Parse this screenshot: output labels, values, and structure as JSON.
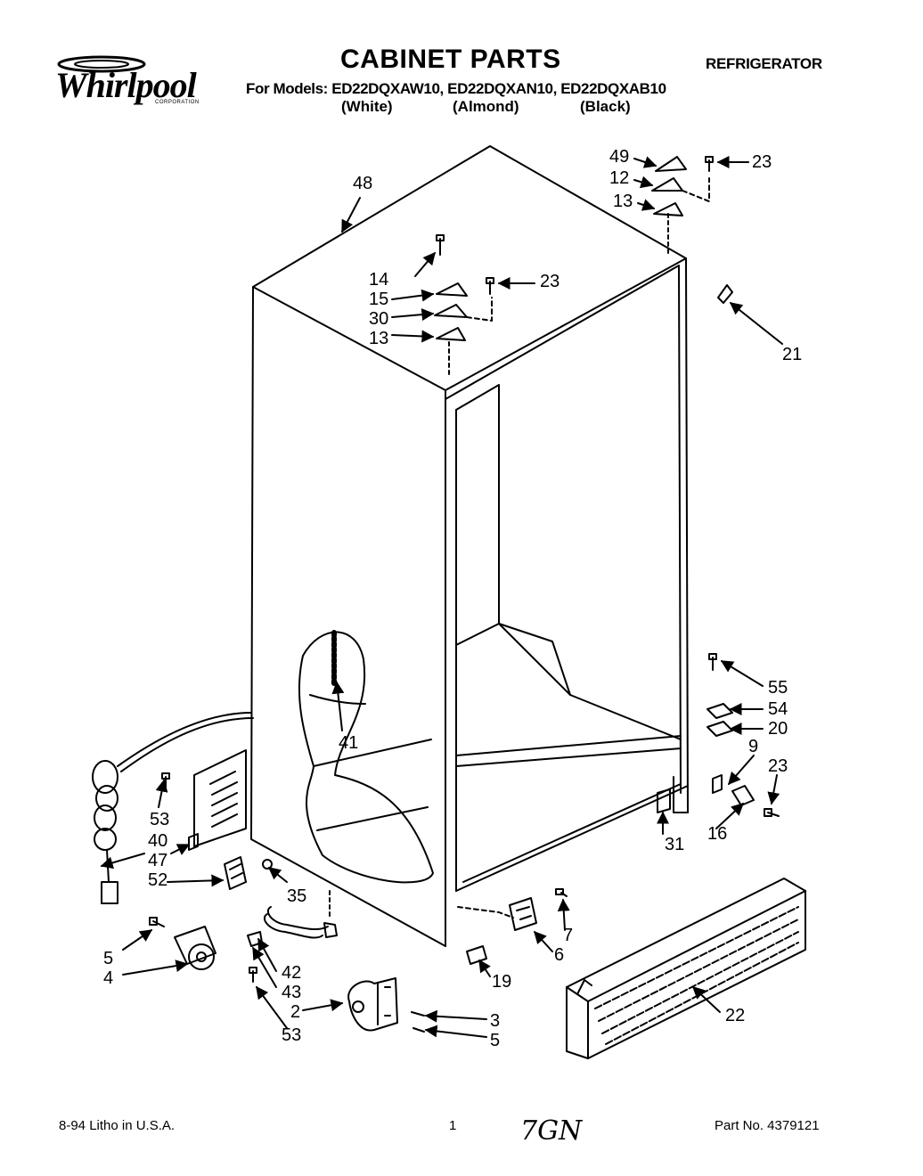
{
  "brand": {
    "logo_text": "Whirlpool",
    "logo_sub": "CORPORATION"
  },
  "header": {
    "title": "CABINET PARTS",
    "appliance": "REFRIGERATOR",
    "models_line": "For Models: ED22DQXAW10, ED22DQXAN10, ED22DQXAB10",
    "colors": [
      "(White)",
      "(Almond)",
      "(Black)"
    ]
  },
  "callouts": {
    "c48": "48",
    "c49": "49",
    "c12": "12",
    "c13a": "13",
    "c23a": "23",
    "c14": "14",
    "c15": "15",
    "c30": "30",
    "c13b": "13",
    "c23b": "23",
    "c21": "21",
    "c41": "41",
    "c55": "55",
    "c54": "54",
    "c20": "20",
    "c9": "9",
    "c23c": "23",
    "c16": "16",
    "c31": "31",
    "c53a": "53",
    "c40": "40",
    "c47": "47",
    "c52": "52",
    "c35": "35",
    "c5a": "5",
    "c4": "4",
    "c42": "42",
    "c43": "43",
    "c2": "2",
    "c53b": "53",
    "c3": "3",
    "c5b": "5",
    "c7": "7",
    "c6": "6",
    "c19": "19",
    "c22": "22"
  },
  "footer": {
    "left": "8-94 Litho in U.S.A.",
    "page": "1",
    "handwritten": "7GN",
    "part_no": "Part No. 4379121"
  }
}
